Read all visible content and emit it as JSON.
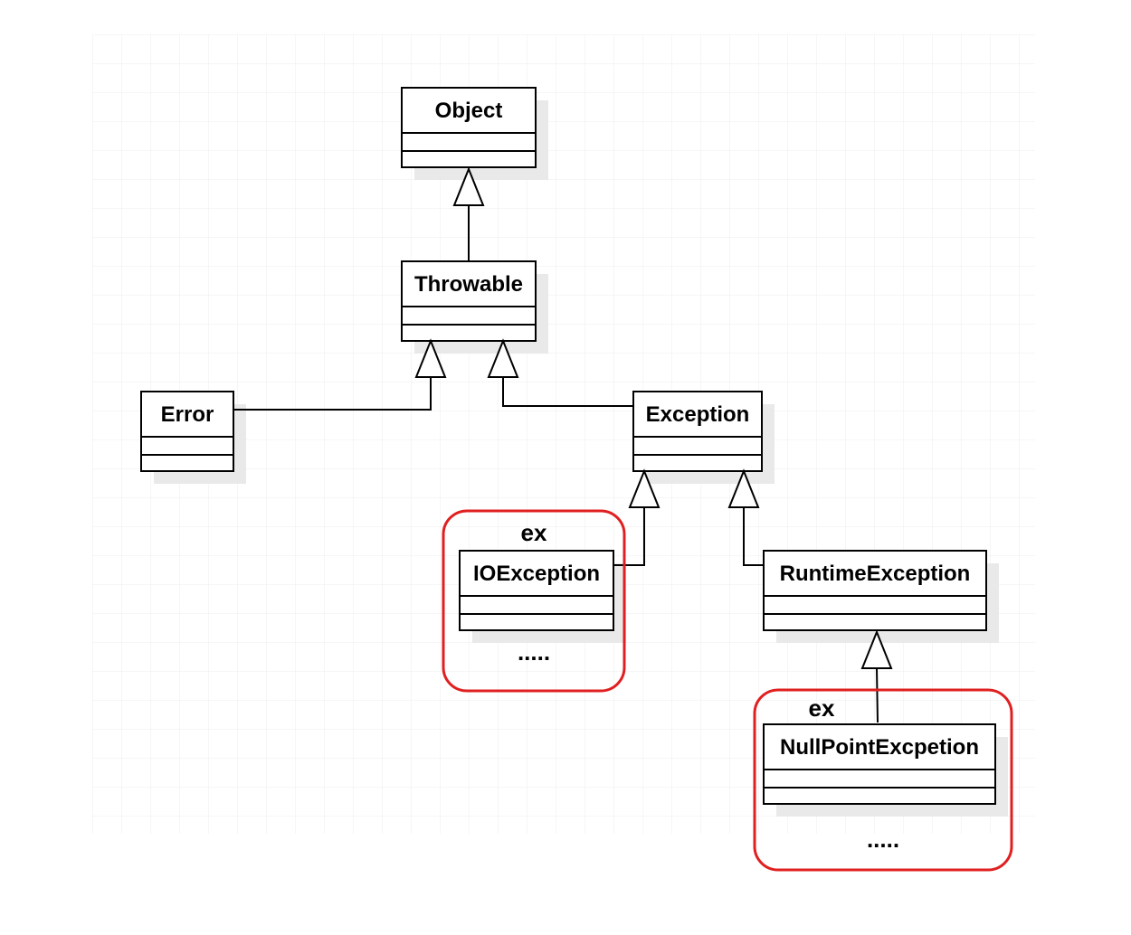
{
  "diagram": {
    "classes": {
      "object": {
        "name": "Object"
      },
      "throwable": {
        "name": "Throwable"
      },
      "error": {
        "name": "Error"
      },
      "exception": {
        "name": "Exception"
      },
      "ioexception": {
        "name": "IOException"
      },
      "runtimeexception": {
        "name": "RuntimeException"
      },
      "nullpoint": {
        "name": "NullPointExcpetion"
      }
    },
    "groups": {
      "io_group": {
        "label": "ex",
        "ellipsis": "....."
      },
      "npe_group": {
        "label": "ex",
        "ellipsis": "....."
      }
    },
    "colors": {
      "line": "#000000",
      "highlight": "#e02020",
      "grid": "#e8e8e8",
      "shadow": "#e9e9e9"
    }
  }
}
